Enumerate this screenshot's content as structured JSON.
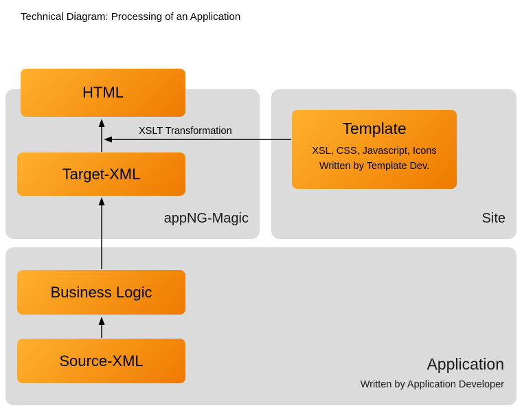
{
  "title": "Technical Diagram: Processing of an Application",
  "nodes": {
    "html": {
      "label": "HTML"
    },
    "target_xml": {
      "label": "Target-XML"
    },
    "template": {
      "label": "Template",
      "line1": "XSL, CSS, Javascript, Icons",
      "line2": "Written by Template Dev."
    },
    "business_logic": {
      "label": "Business Logic"
    },
    "source_xml": {
      "label": "Source-XML"
    }
  },
  "containers": {
    "appng_magic": {
      "label": "appNG-Magic"
    },
    "site": {
      "label": "Site"
    },
    "application": {
      "label": "Application",
      "sublabel": "Written by Application Developer"
    }
  },
  "edges": {
    "xslt_transformation": {
      "label": "XSLT Transformation"
    }
  },
  "colors": {
    "node_gradient_top": "#ffb12e",
    "node_gradient_bottom": "#ee7a00",
    "container_background": "#dbdbdb",
    "arrow": "#000000"
  }
}
